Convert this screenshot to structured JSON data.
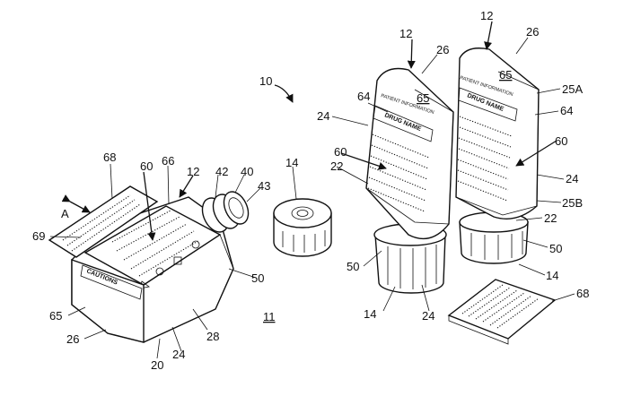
{
  "figure": {
    "overall_ref": "10",
    "assembly_ref": "11",
    "arrow_label": "A",
    "refs": {
      "r12": "12",
      "r26": "26",
      "r65": "65",
      "r25a": "25A",
      "r64": "64",
      "r24": "24",
      "r60": "60",
      "r22": "22",
      "r25b": "25B",
      "r50": "50",
      "r14": "14",
      "r68": "68",
      "r66": "66",
      "r42": "42",
      "r40": "40",
      "r43": "43",
      "r69": "69",
      "r28": "28",
      "r20": "20"
    },
    "labels": {
      "patient_information": "PATIENT INFORMATION",
      "drug_name": "DRUG NAME",
      "cautions": "CAUTIONS"
    }
  }
}
